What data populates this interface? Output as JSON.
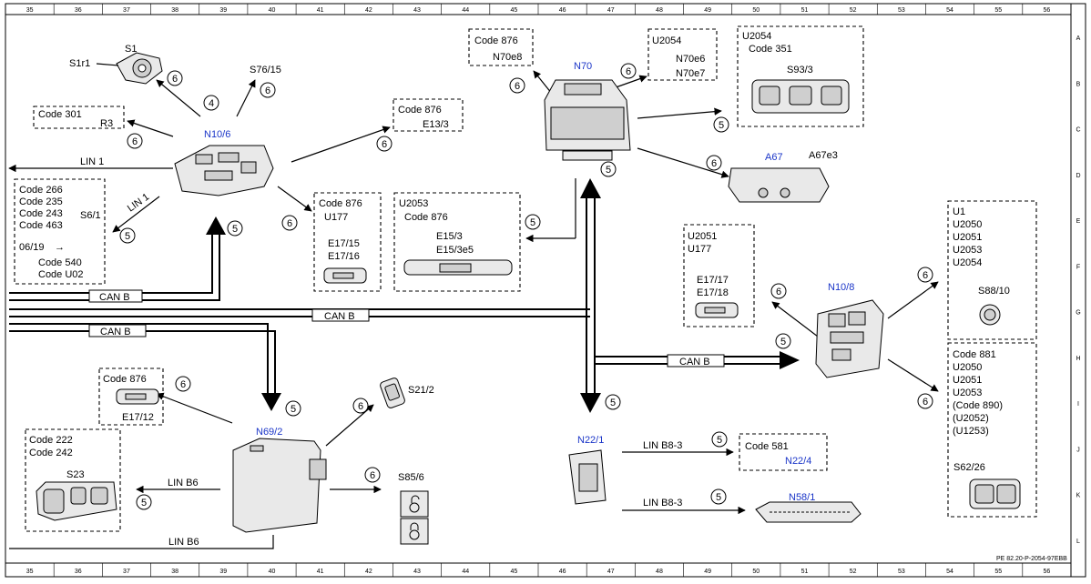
{
  "ruler": {
    "numbers": [
      "35",
      "36",
      "37",
      "38",
      "39",
      "40",
      "41",
      "42",
      "43",
      "44",
      "45",
      "46",
      "47",
      "48",
      "49",
      "50",
      "51",
      "52",
      "53",
      "54",
      "55",
      "56"
    ],
    "letters": [
      "A",
      "B",
      "C",
      "D",
      "E",
      "F",
      "G",
      "H",
      "I",
      "J",
      "K",
      "L"
    ]
  },
  "footer_ref": "PE 82.20-P-2054-97EBB",
  "components": {
    "s1": {
      "label": "S1",
      "sub": "S1r1"
    },
    "s76_15": {
      "label": "S76/15"
    },
    "n10_6": {
      "label": "N10/6"
    },
    "code301": {
      "code": "Code 301",
      "item": "R3"
    },
    "code876_e13": {
      "code": "Code 876",
      "item": "E13/3"
    },
    "s6_1": {
      "label": "S6/1",
      "codes": [
        "Code 266",
        "Code 235",
        "Code 243",
        "Code 463"
      ],
      "date": "06/19",
      "codes2": [
        "Code 540",
        "Code U02"
      ]
    },
    "code876_e17": {
      "code": "Code 876",
      "code2": "U177",
      "items": [
        "E17/15",
        "E17/16"
      ]
    },
    "u2053": {
      "code": "U2053",
      "code2": "Code 876",
      "items": [
        "E15/3",
        "E15/3e5"
      ]
    },
    "n70_code876": {
      "code": "Code 876",
      "item": "N70e8"
    },
    "n70": {
      "label": "N70"
    },
    "u2054_n70": {
      "code": "U2054",
      "items": [
        "N70e6",
        "N70e7"
      ]
    },
    "s93_3": {
      "code": "U2054",
      "code2": "Code 351",
      "label": "S93/3"
    },
    "a67": {
      "label": "A67",
      "sub": "A67e3"
    },
    "u2051": {
      "code": "U2051",
      "code2": "U177",
      "items": [
        "E17/17",
        "E17/18"
      ]
    },
    "n10_8": {
      "label": "N10/8"
    },
    "s88_10": {
      "codes": [
        "U1",
        "U2050",
        "U2051",
        "U2053",
        "U2054"
      ],
      "label": "S88/10"
    },
    "s62_26": {
      "codes": [
        "Code 881",
        "U2050",
        "U2051",
        "U2053",
        "(Code 890)",
        "(U2052)",
        "(U1253)"
      ],
      "label": "S62/26"
    },
    "e17_12": {
      "code": "Code 876",
      "item": "E17/12"
    },
    "s21_2": {
      "label": "S21/2"
    },
    "n69_2": {
      "label": "N69/2"
    },
    "s85_6": {
      "label": "S85/6"
    },
    "s23": {
      "codes": [
        "Code 222",
        "Code 242"
      ],
      "label": "S23"
    },
    "n22_1": {
      "label": "N22/1"
    },
    "n22_4": {
      "code": "Code 581",
      "label": "N22/4"
    },
    "n58_1": {
      "label": "N58/1"
    }
  },
  "bus_labels": {
    "lin1_top": "LIN 1",
    "lin1_diag": "LIN 1",
    "can_b_1": "CAN B",
    "can_b_2": "CAN B",
    "can_b_3": "CAN B",
    "can_b_4": "CAN B",
    "lin_b6_1": "LIN B6",
    "lin_b6_2": "LIN B6",
    "lin_b8_3_1": "LIN B8-3",
    "lin_b8_3_2": "LIN B8-3"
  },
  "markers": {
    "four": "4",
    "five": "5",
    "six": "6",
    "arrow_glyph": "→"
  }
}
